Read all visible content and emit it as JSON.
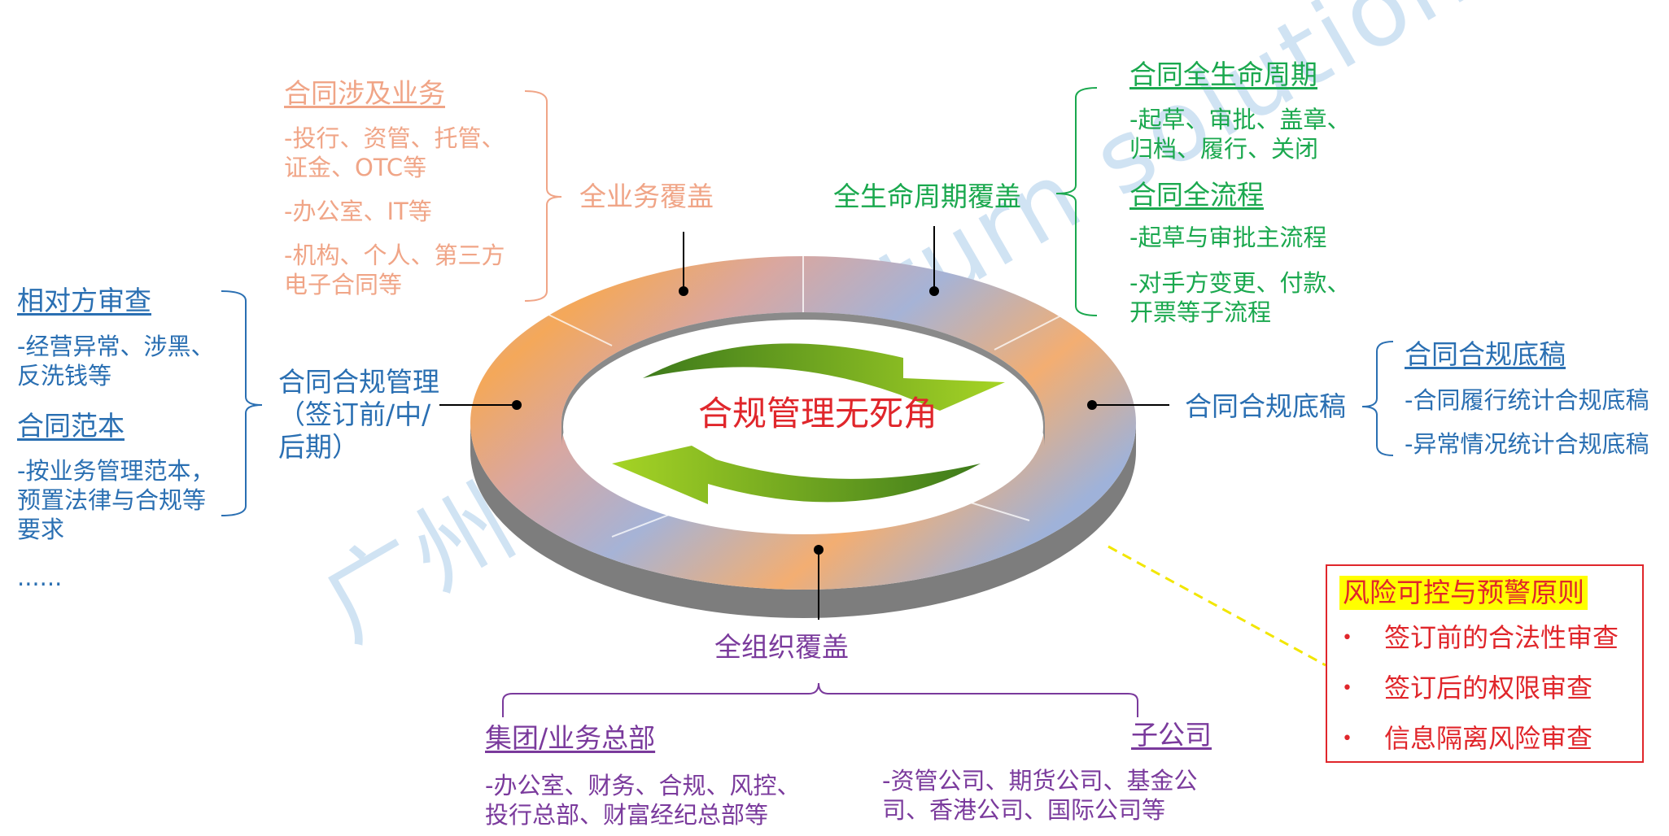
{
  "center_text": "合规管理无死角",
  "watermark": "广州飞阜汇 futurn solutions",
  "colors": {
    "salmon": "#f0a587",
    "green": "#1aa84e",
    "blue": "#2a6fb2",
    "purple": "#7a3a9c",
    "red": "#e0262b"
  },
  "business": {
    "label": "全业务覆盖",
    "heading": "合同涉及业务",
    "lines": [
      "-投行、资管、托管、",
      "证金、OTC等",
      "-办公室、IT等",
      "-机构、个人、第三方",
      "电子合同等"
    ]
  },
  "lifecycle": {
    "label": "全生命周期覆盖",
    "heading1": "合同全生命周期",
    "lines1": [
      "-起草、审批、盖章、",
      "归档、履行、关闭"
    ],
    "heading2": "合同全流程",
    "lines2": [
      "-起草与审批主流程",
      "-对手方变更、付款、",
      "开票等子流程"
    ]
  },
  "compliance_mgmt": {
    "label_lines": [
      "合同合规管理",
      "（签订前/中/",
      "后期）"
    ],
    "heading1": "相对方审查",
    "lines1": [
      "-经营异常、涉黑、",
      "反洗钱等"
    ],
    "heading2": "合同范本",
    "lines2": [
      "-按业务管理范本，",
      "预置法律与合规等",
      "要求"
    ],
    "ellipsis": "......"
  },
  "draft": {
    "label": "合同合规底稿",
    "heading": "合同合规底稿",
    "lines": [
      "-合同履行统计合规底稿",
      "-异常情况统计合规底稿"
    ]
  },
  "organization": {
    "label": "全组织覆盖",
    "group_heading": "集团/业务总部",
    "group_lines": [
      "-办公室、财务、合规、风控、",
      "投行总部、财富经纪总部等"
    ],
    "sub_heading": "子公司",
    "sub_lines": [
      "-资管公司、期货公司、基金公",
      "司、香港公司、国际公司等"
    ]
  },
  "risk": {
    "title": "风险可控与预警原则",
    "bullet": "•",
    "items": [
      "签订前的合法性审查",
      "签订后的权限审查",
      "信息隔离风险审查"
    ]
  }
}
